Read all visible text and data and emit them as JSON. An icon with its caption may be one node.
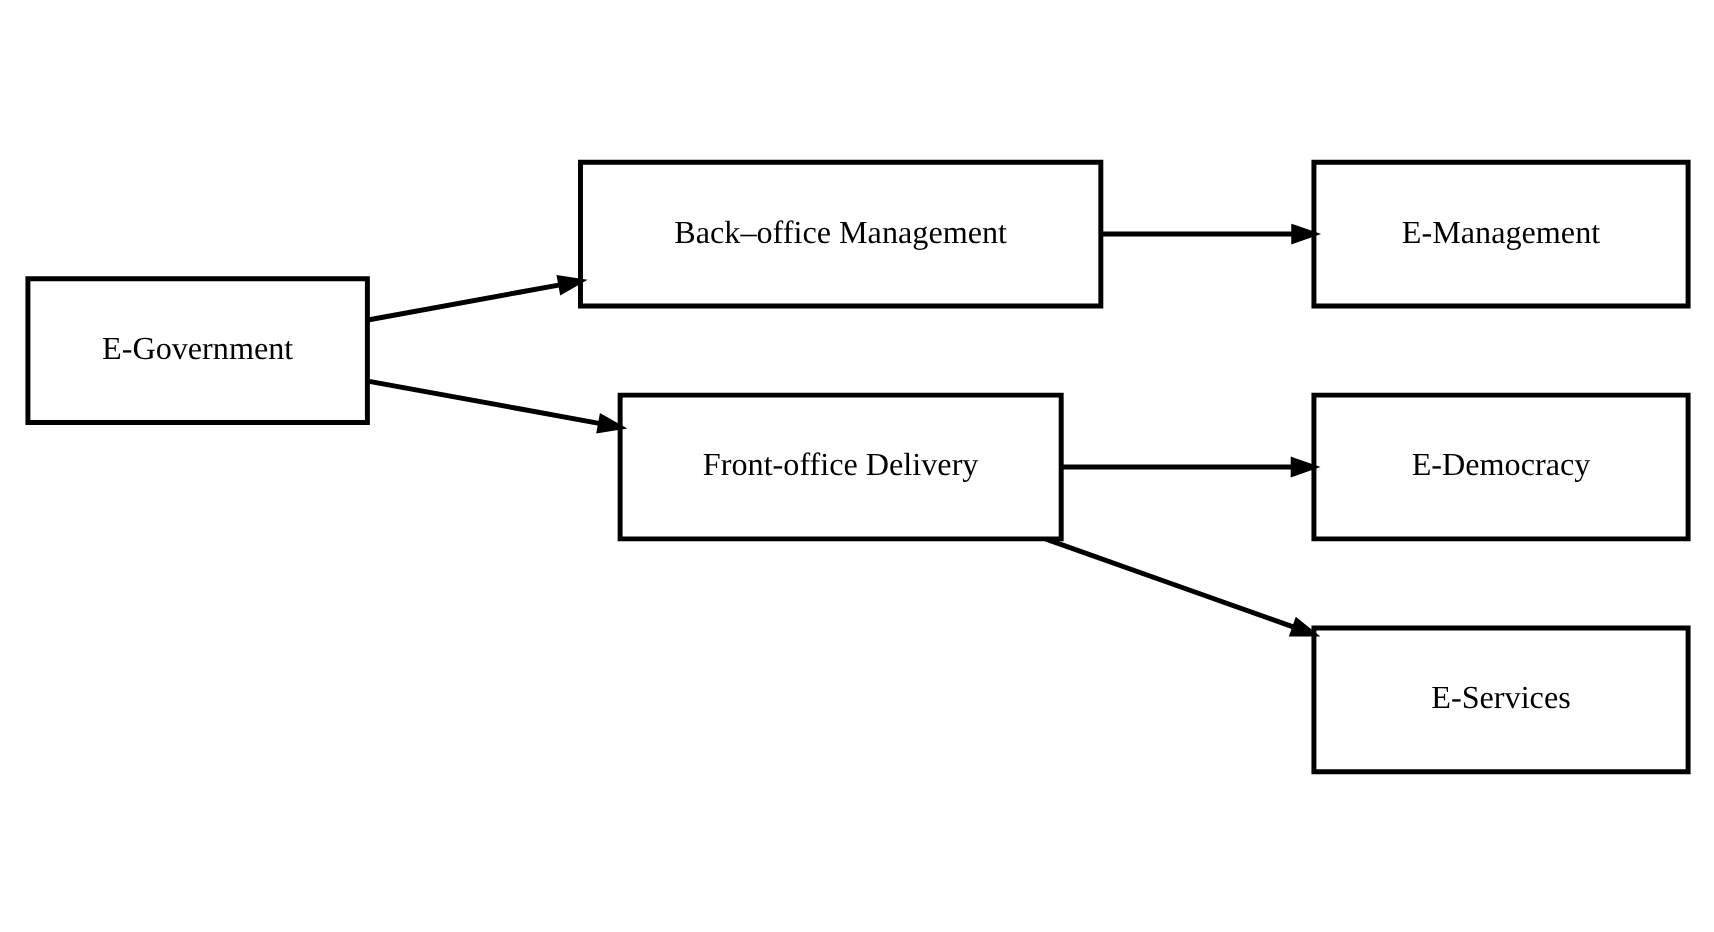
{
  "diagram": {
    "nodes": [
      {
        "text": [
          "E-Government"
        ]
      },
      {
        "text": [
          "Back–office Management"
        ]
      },
      {
        "text": [
          "E-Management"
        ]
      },
      {
        "text": [
          "Front-office Delivery"
        ]
      },
      {
        "text": [
          "E-Democracy"
        ]
      },
      {
        "text": [
          "E-Services"
        ]
      }
    ],
    "edges": [
      {
        "from": 0,
        "to": 1,
        "arrow": "to"
      },
      {
        "from": 1,
        "to": 2,
        "arrow": "to"
      },
      {
        "from": 0,
        "to": 3,
        "arrow": "to"
      },
      {
        "from": 3,
        "to": 4,
        "arrow": "to"
      },
      {
        "from": 3,
        "to": 5,
        "arrow": "to"
      }
    ]
  }
}
